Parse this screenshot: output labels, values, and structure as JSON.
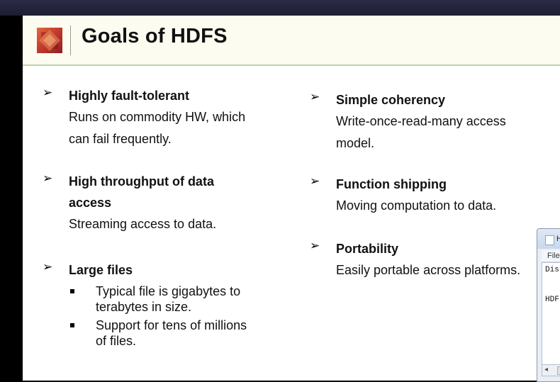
{
  "slide": {
    "title": "Goals of HDFS",
    "left_items": [
      {
        "title": "Highly fault-tolerant",
        "desc_lines": [
          "Runs on commodity HW, which",
          "can fail frequently."
        ]
      },
      {
        "title_lines": [
          "High throughput of data",
          "access"
        ],
        "desc_lines": [
          "Streaming access to data."
        ]
      },
      {
        "title": "Large files",
        "subitems": [
          {
            "lines": [
              "Typical file is gigabytes to",
              "terabytes in size."
            ]
          },
          {
            "lines": [
              "Support for tens of millions",
              "of files."
            ]
          }
        ]
      }
    ],
    "right_items": [
      {
        "title": "Simple coherency",
        "desc_lines": [
          "Write-once-read-many access",
          "model."
        ]
      },
      {
        "title": "Function shipping",
        "desc_lines": [
          "Moving computation to data."
        ]
      },
      {
        "title": "Portability",
        "desc_lines": [
          "Easily portable across platforms."
        ]
      }
    ]
  },
  "window": {
    "title": "H",
    "menu_file": "File",
    "line1": "Dis",
    "line2": "HDF",
    "scroll_left": "◂"
  },
  "icons": {
    "bullet": "arrow-bullet-icon",
    "sub_bullet": "square-bullet-icon"
  },
  "colors": {
    "header_bg": "#fdfcf0",
    "header_rule": "#b9d4ad",
    "logo_red": "#c0392b",
    "topbar": "#23233b"
  }
}
